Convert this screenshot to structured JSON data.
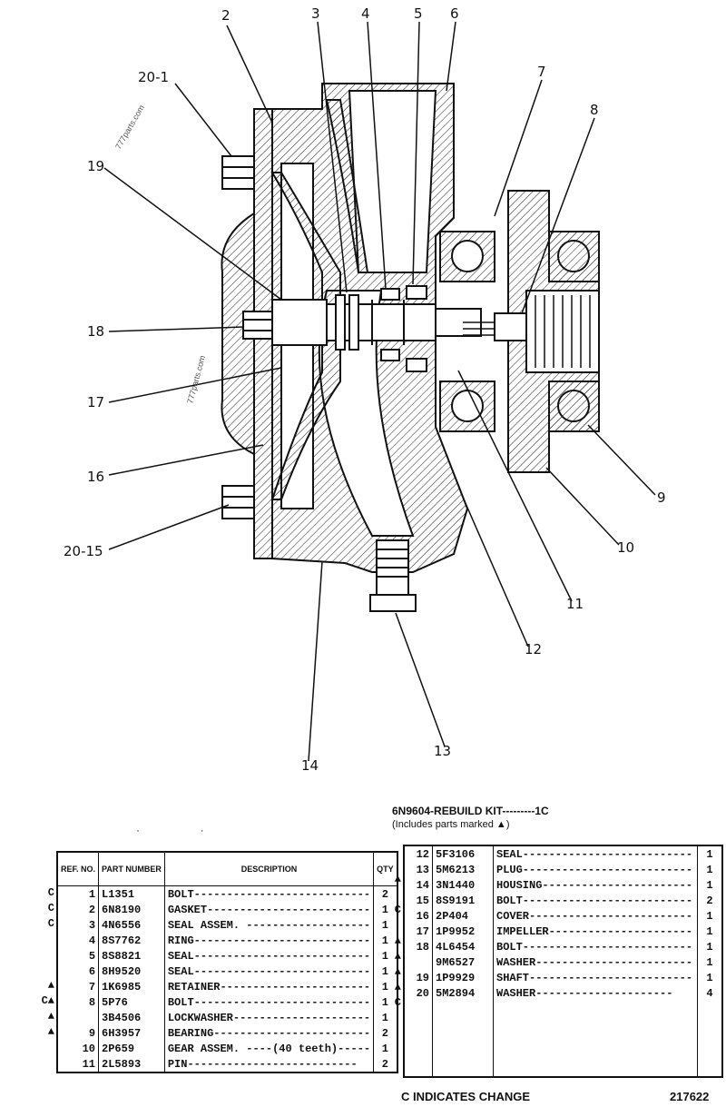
{
  "callouts": [
    "2",
    "3",
    "4",
    "5",
    "6",
    "7",
    "8",
    "20-1",
    "19",
    "18",
    "17",
    "16",
    "20-15",
    "9",
    "10",
    "11",
    "12",
    "13",
    "14"
  ],
  "watermark": "777parts.com",
  "kit": {
    "title": "6N9604-REBUILD KIT---------1C",
    "subtitle": "(Includes parts marked ▲)"
  },
  "left_table": {
    "headers": {
      "ref": "REF. NO.",
      "part": "PART NUMBER",
      "desc": "DESCRIPTION",
      "qty": "QTY"
    },
    "rows": [
      {
        "mark": "C",
        "ref": "1",
        "pn": "L1351",
        "desc": "BOLT---------------------------",
        "qty": "2"
      },
      {
        "mark": "C",
        "ref": "2",
        "pn": "6N8190",
        "desc": "GASKET-------------------------",
        "qty": "1"
      },
      {
        "mark": "C",
        "ref": "3",
        "pn": "4N6556",
        "desc": "SEAL ASSEM. -------------------",
        "qty": "1"
      },
      {
        "mark": "",
        "ref": "4",
        "pn": "8S7762",
        "desc": "RING---------------------------",
        "qty": "1"
      },
      {
        "mark": "",
        "ref": "5",
        "pn": "8S8821",
        "desc": "SEAL---------------------------",
        "qty": "1"
      },
      {
        "mark": "",
        "ref": "6",
        "pn": "8H9520",
        "desc": "SEAL---------------------------",
        "qty": "1"
      },
      {
        "mark": "▲",
        "ref": "7",
        "pn": "1K6985",
        "desc": "RETAINER-----------------------",
        "qty": "1"
      },
      {
        "mark": "C▲",
        "ref": "8",
        "pn": "5P76",
        "desc": "BOLT---------------------------",
        "qty": "1"
      },
      {
        "mark": "▲",
        "ref": "",
        "pn": "3B4506",
        "desc": "LOCKWASHER---------------------",
        "qty": "1"
      },
      {
        "mark": "▲",
        "ref": "9",
        "pn": "6H3957",
        "desc": "BEARING------------------------",
        "qty": "2"
      },
      {
        "mark": "",
        "ref": "10",
        "pn": "2P659",
        "desc": "GEAR ASSEM. ----(40 teeth)-----",
        "qty": "1"
      },
      {
        "mark": "",
        "ref": "11",
        "pn": "2L5893",
        "desc": "  PIN--------------------------",
        "qty": "2"
      }
    ]
  },
  "right_table": {
    "rows": [
      {
        "mark": "",
        "ref": "12",
        "pn": "5F3106",
        "desc": "SEAL--------------------------",
        "qty": "1"
      },
      {
        "mark": "▲",
        "ref": "13",
        "pn": "5M6213",
        "desc": "PLUG--------------------------",
        "qty": "1"
      },
      {
        "mark": "",
        "ref": "14",
        "pn": "3N1440",
        "desc": "HOUSING-----------------------",
        "qty": "1"
      },
      {
        "mark": "C",
        "ref": "15",
        "pn": "8S9191",
        "desc": "BOLT--------------------------",
        "qty": "2"
      },
      {
        "mark": "",
        "ref": "16",
        "pn": "2P404",
        "desc": "COVER-------------------------",
        "qty": "1"
      },
      {
        "mark": "▲",
        "ref": "17",
        "pn": "1P9952",
        "desc": "IMPELLER----------------------",
        "qty": "1"
      },
      {
        "mark": "▲",
        "ref": "18",
        "pn": "4L6454",
        "desc": "BOLT--------------------------",
        "qty": "1"
      },
      {
        "mark": "▲",
        "ref": "",
        "pn": "9M6527",
        "desc": "WASHER------------------------",
        "qty": "1"
      },
      {
        "mark": "▲",
        "ref": "19",
        "pn": "1P9929",
        "desc": "SHAFT-------------------------",
        "qty": "1"
      },
      {
        "mark": "C",
        "ref": "20",
        "pn": "5M2894",
        "desc": "WASHER---------------------",
        "qty": "4"
      }
    ]
  },
  "footer": {
    "change_note": "C INDICATES CHANGE",
    "drawing_no": "217622"
  }
}
